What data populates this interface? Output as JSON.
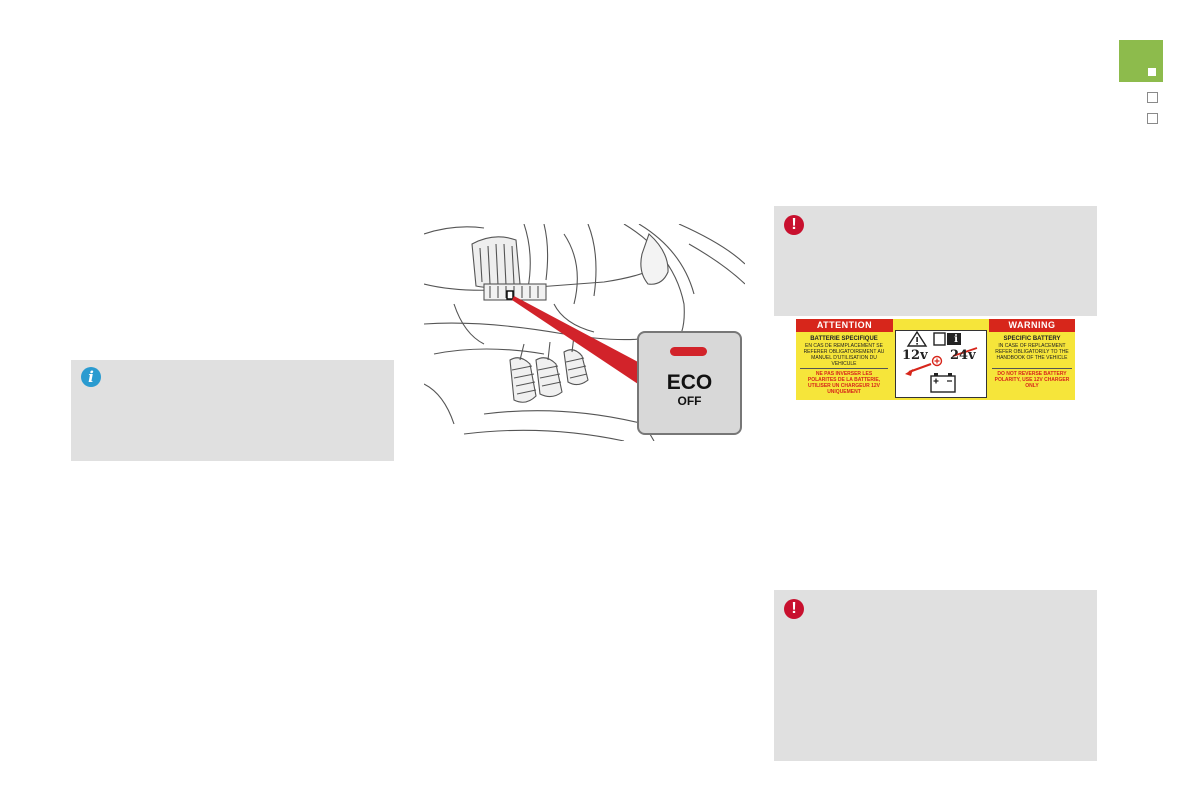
{
  "nav": {
    "chapter_tab_color": "#8dbb4c"
  },
  "notes": {
    "info_icon": "info-icon",
    "warning_icon": "warning-icon"
  },
  "figure": {
    "switch_label_line1": "ECO",
    "switch_label_line2": "OFF"
  },
  "battery_label": {
    "attention": "ATTENTION",
    "warning": "WARNING",
    "fr_title": "BATTERIE SPECIFIQUE",
    "fr_body": "EN CAS DE REMPLACEMENT SE REFERER OBLIGATOIREMENT AU MANUEL D'UTILISATION DU VEHICULE",
    "fr_red": "NE PAS INVERSER LES POLARITES DE LA BATTERIE, UTILISER UN CHARGEUR 12V UNIQUEMENT",
    "en_title": "SPECIFIC BATTERY",
    "en_body": "IN CASE OF REPLACEMENT REFER OBLIGATORILY TO THE HANDBOOK OF THE VEHICLE",
    "en_red": "DO NOT REVERSE BATTERY POLARITY, USE 12V CHARGER ONLY",
    "volt_12": "12v",
    "volt_24": "24v",
    "info_glyph": "i"
  }
}
